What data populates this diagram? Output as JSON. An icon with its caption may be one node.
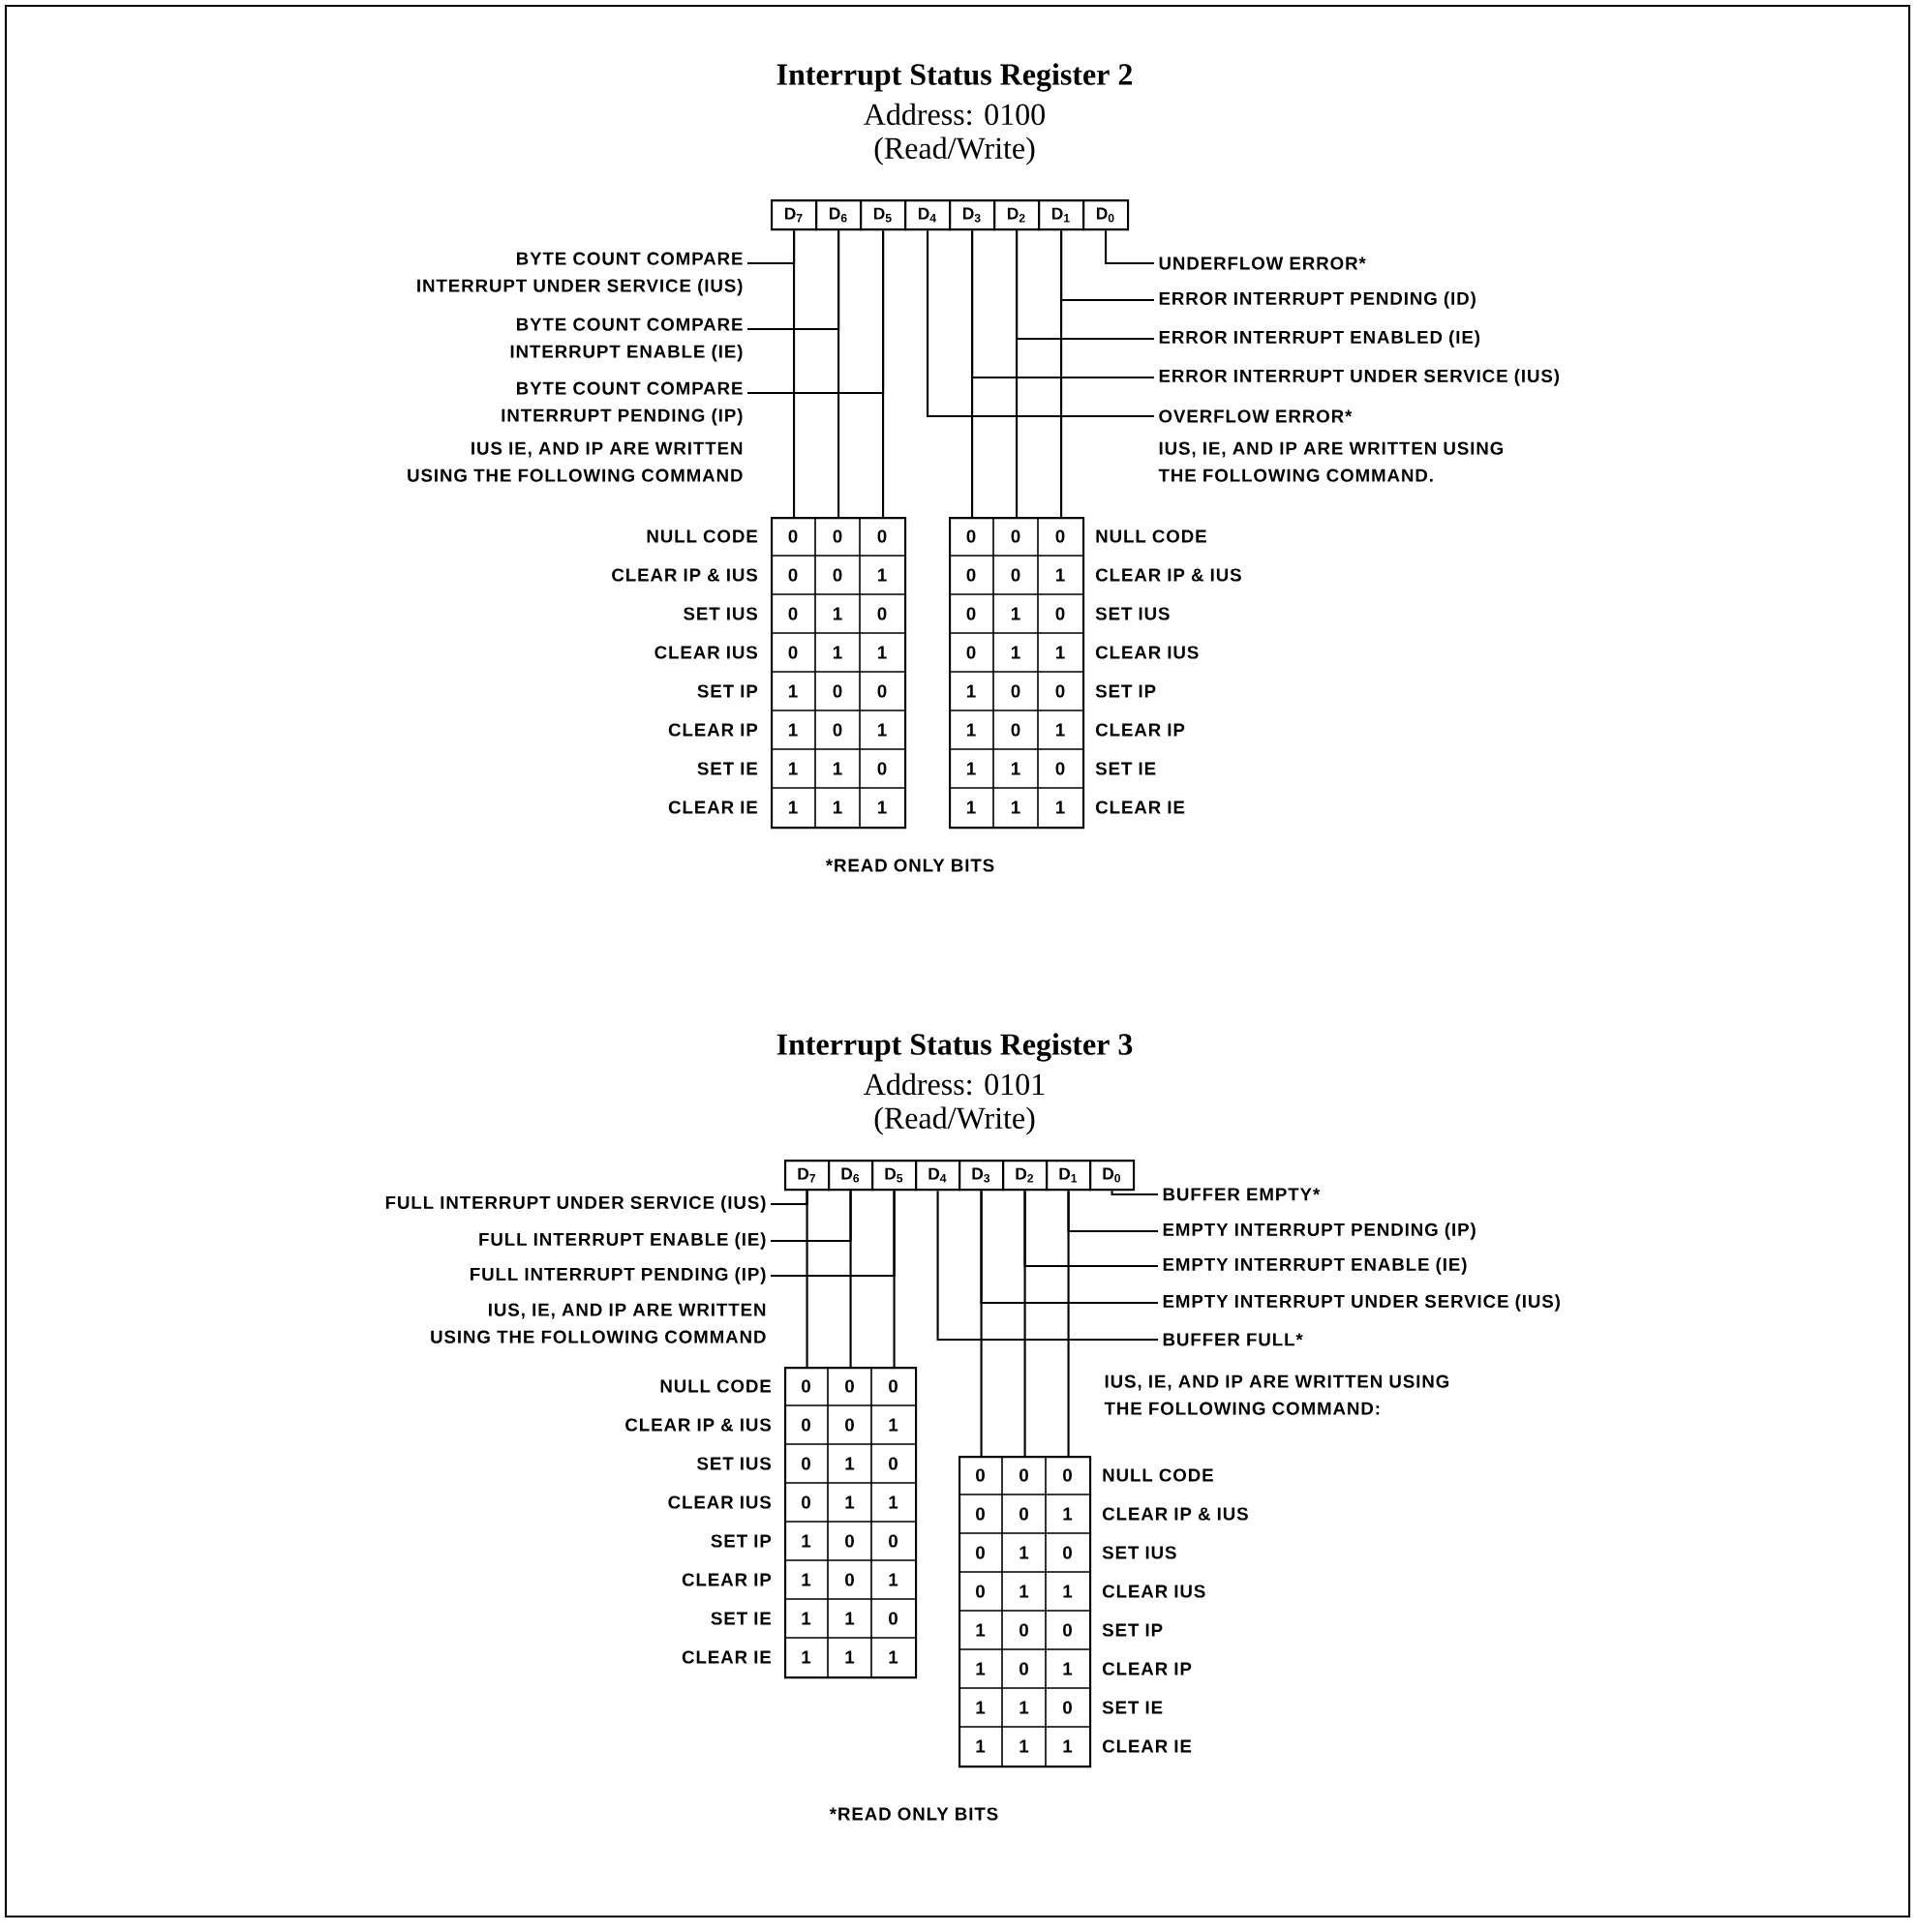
{
  "diagram": {
    "nodes": [
      {
        "text": [
          "D$_{7}$"
        ]
      },
      {
        "text": [
          "D$_{6}$"
        ]
      },
      {
        "text": [
          "D$_{5}$"
        ]
      },
      {
        "text": [
          "D$_{4}$"
        ]
      },
      {
        "text": [
          "D$_{3}$"
        ]
      },
      {
        "text": [
          "D$_{2}$"
        ]
      },
      {
        "text": [
          "D$_{1}$"
        ]
      },
      {
        "text": [
          "D$_{0}$"
        ]
      },
      {
        "text": [
          "BYTE COUNT COMPARE INTERRUPT UNDER SERVICE (IUS)"
        ]
      },
      {
        "text": [
          "BYTE COUNT COMPARE INTERRUPT ENABLE (IE)"
        ]
      },
      {
        "text": [
          "BYTE COUNT COMPARE INTERRUPT PENDING (IP)"
        ]
      },
      {
        "text": [
          "UNDERFLOW ERROR*"
        ]
      },
      {
        "text": [
          "ERROR INTERRUPT PENDING (ID)"
        ]
      },
      {
        "text": [
          "ERROR INTERRUPT ENABLED (IE)"
        ]
      },
      {
        "text": [
          "ERROR INTERRUPT UNDER SERVICE (IUS)"
        ]
      },
      {
        "text": [
          "OVERFLOW ERROR*"
        ]
      },
      {
        "text": [
          "0",
          "0",
          "0",
          "0",
          "0",
          "1",
          "0",
          "1",
          "0",
          "0",
          "1",
          "1",
          "1",
          "0",
          "0",
          "1",
          "0",
          "1",
          "1",
          "1",
          "0",
          "1",
          "1",
          "1"
        ],
        "beside": [
          "NULL CODE",
          "CLEAR IP & IUS",
          "SET IUS",
          "CLEAR IUS",
          "SET IP",
          "CLEAR IP",
          "SET IE",
          "CLEAR IE"
        ]
      },
      {
        "text": [
          "0",
          "0",
          "0",
          "0",
          "0",
          "1",
          "0",
          "1",
          "0",
          "0",
          "1",
          "1",
          "1",
          "0",
          "0",
          "1",
          "0",
          "1",
          "1",
          "1",
          "0",
          "1",
          "1",
          "1"
        ],
        "beside": [
          "NULL CODE",
          "CLEAR IP & IUS",
          "SET IUS",
          "CLEAR IUS",
          "SET IP",
          "CLEAR IP",
          "SET IE",
          "CLEAR IE"
        ]
      },
      {
        "text": [
          "D$_{7}$"
        ]
      },
      {
        "text": [
          "D$_{6}$"
        ]
      },
      {
        "text": [
          "D$_{5}$"
        ]
      },
      {
        "text": [
          "D$_{4}$"
        ]
      },
      {
        "text": [
          "D$_{3}$"
        ]
      },
      {
        "text": [
          "D$_{2}$"
        ]
      },
      {
        "text": [
          "D$_{1}$"
        ]
      },
      {
        "text": [
          "D$_{0}$"
        ]
      },
      {
        "text": [
          "FULL INTERRUPT UNDER SERVICE (IUS)"
        ]
      },
      {
        "text": [
          "FULL INTERRUPT ENABLE (IE)"
        ]
      },
      {
        "text": [
          "FULL INTERRUPT PENDING (IP)"
        ]
      },
      {
        "text": [
          "BUFFER EMPTY*"
        ]
      },
      {
        "text": [
          "EMPTY INTERRUPT PENDING (IP)"
        ]
      },
      {
        "text": [
          "EMPTY INTERRUPT ENABLE (IE)"
        ]
      },
      {
        "text": [
          "EMPTY INTERRUPT UNDER SERVICE (IUS)"
        ]
      },
      {
        "text": [
          "BUFFER FULL*"
        ]
      },
      {
        "text": [
          "0",
          "0",
          "0",
          "0",
          "0",
          "1",
          "0",
          "1",
          "0",
          "0",
          "1",
          "1",
          "1",
          "0",
          "0",
          "1",
          "0",
          "1",
          "1",
          "1",
          "0",
          "1",
          "1",
          "1"
        ],
        "beside": [
          "NULL CODE",
          "CLEAR IP & IUS",
          "SET IUS",
          "CLEAR IUS",
          "SET IP",
          "CLEAR IP",
          "SET IE",
          "CLEAR IE"
        ]
      },
      {
        "text": [
          "0",
          "0",
          "0",
          "0",
          "0",
          "1",
          "0",
          "1",
          "0",
          "0",
          "1",
          "1",
          "1",
          "0",
          "0",
          "1",
          "0",
          "1",
          "1",
          "1",
          "0",
          "1",
          "1",
          "1"
        ],
        "beside": [
          "NULL CODE",
          "CLEAR IP & IUS",
          "SET IUS",
          "CLEAR IUS",
          "SET IP",
          "CLEAR IP",
          "SET IE",
          "CLEAR IE"
        ]
      }
    ],
    "edges": [
      {
        "from": 0,
        "to": 8,
        "arrow": "none"
      },
      {
        "from": 1,
        "to": 9,
        "arrow": "none"
      },
      {
        "from": 2,
        "to": 10,
        "arrow": "none"
      },
      {
        "from": 7,
        "to": 11,
        "arrow": "none"
      },
      {
        "from": 6,
        "to": 12,
        "arrow": "none"
      },
      {
        "from": 5,
        "to": 13,
        "arrow": "none"
      },
      {
        "from": 4,
        "to": 14,
        "arrow": "none"
      },
      {
        "from": 3,
        "to": 15,
        "arrow": "none"
      },
      {
        "from": 0,
        "to": 16,
        "arrow": "none"
      },
      {
        "from": 1,
        "to": 16,
        "arrow": "none"
      },
      {
        "from": 2,
        "to": 16,
        "arrow": "none"
      },
      {
        "from": 4,
        "to": 17,
        "arrow": "none"
      },
      {
        "from": 5,
        "to": 17,
        "arrow": "none"
      },
      {
        "from": 6,
        "to": 17,
        "arrow": "none"
      },
      {
        "from": 18,
        "to": 26,
        "arrow": "none"
      },
      {
        "from": 19,
        "to": 27,
        "arrow": "none"
      },
      {
        "from": 20,
        "to": 28,
        "arrow": "none"
      },
      {
        "from": 25,
        "to": 29,
        "arrow": "none"
      },
      {
        "from": 24,
        "to": 30,
        "arrow": "none"
      },
      {
        "from": 23,
        "to": 31,
        "arrow": "none"
      },
      {
        "from": 22,
        "to": 32,
        "arrow": "none"
      },
      {
        "from": 21,
        "to": 33,
        "arrow": "none"
      },
      {
        "from": 18,
        "to": 34,
        "arrow": "none"
      },
      {
        "from": 19,
        "to": 34,
        "arrow": "none"
      },
      {
        "from": 20,
        "to": 34,
        "arrow": "none"
      },
      {
        "from": 22,
        "to": 35,
        "arrow": "none"
      },
      {
        "from": 23,
        "to": 35,
        "arrow": "none"
      },
      {
        "from": 24,
        "to": 35,
        "arrow": "none"
      }
    ],
    "labels": [
      "Interrupt Status Register 2",
      "Address: 0100",
      "(Read/Write)",
      "IUS IE, AND IP ARE WRITTEN USING THE FOLLOWING COMMAND",
      "IUS, IE, AND IP ARE WRITTEN USING THE FOLLOWING COMMAND.",
      "*READ ONLY BITS",
      "Interrupt Status Register 3",
      "Address: 0101",
      "(Read/Write)",
      "IUS, IE, AND IP ARE WRITTEN USING THE FOLLOWING COMMAND",
      "IUS, IE, AND IP ARE WRITTEN USING THE FOLLOWING COMMAND:",
      "*READ ONLY BITS"
    ]
  }
}
